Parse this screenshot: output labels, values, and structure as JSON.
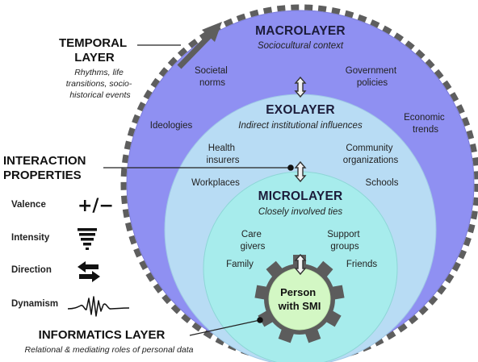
{
  "temporal_layer": {
    "title_lines": [
      "TEMPORAL",
      "LAYER"
    ],
    "description_lines": [
      "Rhythms, life",
      "transitions, socio-",
      "historical events"
    ]
  },
  "macrolayer": {
    "title": "MACROLAYER",
    "subtitle": "Sociocultural context",
    "items": {
      "societal_norms": [
        "Societal",
        "norms"
      ],
      "government_policies": [
        "Government",
        "policies"
      ],
      "ideologies": [
        "Ideologies"
      ],
      "economic_trends": [
        "Economic",
        "trends"
      ]
    }
  },
  "exolayer": {
    "title": "EXOLAYER",
    "subtitle": "Indirect institutional influences",
    "items": {
      "health_insurers": [
        "Health",
        "insurers"
      ],
      "community_organizations": [
        "Community",
        "organizations"
      ],
      "workplaces": [
        "Workplaces"
      ],
      "schools": [
        "Schools"
      ]
    }
  },
  "microlayer": {
    "title": "MICROLAYER",
    "subtitle": "Closely involved ties",
    "items": {
      "care_givers": [
        "Care",
        "givers"
      ],
      "support_groups": [
        "Support",
        "groups"
      ],
      "family": [
        "Family"
      ],
      "friends": [
        "Friends"
      ]
    }
  },
  "center": {
    "lines": [
      "Person",
      "with SMI"
    ]
  },
  "interaction_properties": {
    "title_lines": [
      "INTERACTION",
      "PROPERTIES"
    ],
    "properties": [
      "Valence",
      "Intensity",
      "Direction",
      "Dynamism"
    ],
    "valence_symbol": "+/−"
  },
  "informatics_layer": {
    "title": "INFORMATICS LAYER",
    "subtitle": "Relational & mediating roles of personal data"
  },
  "colors": {
    "macro_fill": "#8f90f2",
    "exo_fill": "#b8dcf4",
    "micro_fill": "#a7ecec",
    "center_fill": "#d3f7c4",
    "gear": "#5c5c5c",
    "temporal_ring": "#5e5e5e"
  },
  "icons": {
    "valence": "plus-minus-icon",
    "intensity": "funnel-bars-icon",
    "direction": "bidirectional-arrows-icon",
    "dynamism": "waveform-icon",
    "layer_link": "double-arrow-icon"
  }
}
